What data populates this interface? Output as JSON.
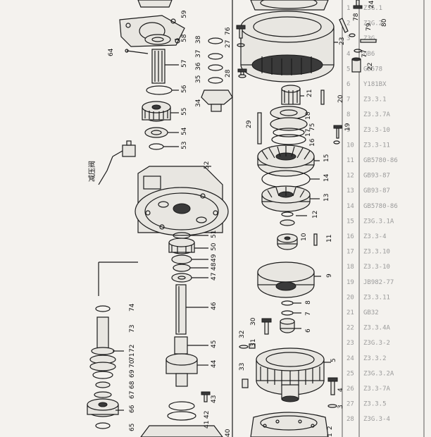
{
  "diagram": {
    "note_label": "减压阀",
    "callouts": [
      {
        "id": "c1",
        "text": "1"
      },
      {
        "id": "c2",
        "text": "2"
      },
      {
        "id": "c3",
        "text": "3"
      },
      {
        "id": "c4",
        "text": "4"
      },
      {
        "id": "c5",
        "text": "5"
      },
      {
        "id": "c6",
        "text": "6"
      },
      {
        "id": "c7",
        "text": "7"
      },
      {
        "id": "c8",
        "text": "8"
      },
      {
        "id": "c9",
        "text": "9"
      },
      {
        "id": "c10",
        "text": "10"
      },
      {
        "id": "c11",
        "text": "11"
      },
      {
        "id": "c12",
        "text": "12"
      },
      {
        "id": "c13",
        "text": "13"
      },
      {
        "id": "c14",
        "text": "14"
      },
      {
        "id": "c15",
        "text": "15"
      },
      {
        "id": "c16",
        "text": "16"
      },
      {
        "id": "c17",
        "text": "17"
      },
      {
        "id": "c18",
        "text": "18"
      },
      {
        "id": "c19",
        "text": "19"
      },
      {
        "id": "c20",
        "text": "20"
      },
      {
        "id": "c21",
        "text": "21"
      },
      {
        "id": "c22",
        "text": "22"
      },
      {
        "id": "c23",
        "text": "23"
      },
      {
        "id": "c24",
        "text": "24"
      },
      {
        "id": "c27",
        "text": "27"
      },
      {
        "id": "c28",
        "text": "28"
      },
      {
        "id": "c29",
        "text": "29"
      },
      {
        "id": "c30",
        "text": "30"
      },
      {
        "id": "c31",
        "text": "31"
      },
      {
        "id": "c32",
        "text": "32"
      },
      {
        "id": "c33",
        "text": "33"
      },
      {
        "id": "c34",
        "text": "34"
      },
      {
        "id": "c35",
        "text": "35"
      },
      {
        "id": "c36",
        "text": "36"
      },
      {
        "id": "c37",
        "text": "37"
      },
      {
        "id": "c38",
        "text": "38"
      },
      {
        "id": "c40",
        "text": "40"
      },
      {
        "id": "c41",
        "text": "41"
      },
      {
        "id": "c42",
        "text": "42"
      },
      {
        "id": "c43",
        "text": "43"
      },
      {
        "id": "c44",
        "text": "44"
      },
      {
        "id": "c45",
        "text": "45"
      },
      {
        "id": "c46",
        "text": "46"
      },
      {
        "id": "c47",
        "text": "47"
      },
      {
        "id": "c48",
        "text": "48"
      },
      {
        "id": "c49",
        "text": "49"
      },
      {
        "id": "c50",
        "text": "50"
      },
      {
        "id": "c51",
        "text": "51"
      },
      {
        "id": "c52",
        "text": "52"
      },
      {
        "id": "c53",
        "text": "53"
      },
      {
        "id": "c54",
        "text": "54"
      },
      {
        "id": "c55",
        "text": "55"
      },
      {
        "id": "c56",
        "text": "56"
      },
      {
        "id": "c57",
        "text": "57"
      },
      {
        "id": "c58",
        "text": "58"
      },
      {
        "id": "c59",
        "text": "59"
      },
      {
        "id": "c64",
        "text": "64"
      },
      {
        "id": "c65",
        "text": "65"
      },
      {
        "id": "c66",
        "text": "66"
      },
      {
        "id": "c67",
        "text": "67"
      },
      {
        "id": "c68",
        "text": "68"
      },
      {
        "id": "c69",
        "text": "69"
      },
      {
        "id": "c70",
        "text": "70"
      },
      {
        "id": "c71",
        "text": "71"
      },
      {
        "id": "c72",
        "text": "72"
      },
      {
        "id": "c73",
        "text": "73"
      },
      {
        "id": "c74",
        "text": "74"
      },
      {
        "id": "c75",
        "text": "75"
      },
      {
        "id": "c76",
        "text": "76"
      },
      {
        "id": "c77",
        "text": "77"
      },
      {
        "id": "c78",
        "text": "78"
      },
      {
        "id": "c79",
        "text": "79"
      },
      {
        "id": "c80",
        "text": "80"
      }
    ],
    "background_table": {
      "indices": [
        "1",
        "2",
        "3",
        "4",
        "5",
        "6",
        "7",
        "8",
        "9",
        "10",
        "11",
        "12",
        "13",
        "14",
        "15",
        "16",
        "17",
        "18",
        "19",
        "20",
        "21",
        "22",
        "23",
        "24",
        "25",
        "26",
        "27",
        "28"
      ],
      "codes": [
        "Z3G.1",
        "Z3G.2",
        "Z3G.",
        "GB6",
        "GB578",
        "Y181BX",
        "Z3.3.1",
        "Z3.3.7A",
        "Z3.3-10",
        "Z3.3-11",
        "GB5780-86",
        "GB93-87",
        "GB93-87",
        "GB5780-86",
        "Z3G.3.1A",
        "Z3.3-4",
        "Z3.3.10",
        "Z3.3-10",
        "JB982-77",
        "Z3.3.11",
        "GB32",
        "Z3.3.4A",
        "Z3G.3-2",
        "Z3.3.2",
        "Z3G.3.2A",
        "Z3.3-7A",
        "Z3.3.5",
        "Z3G.3-4"
      ]
    }
  }
}
